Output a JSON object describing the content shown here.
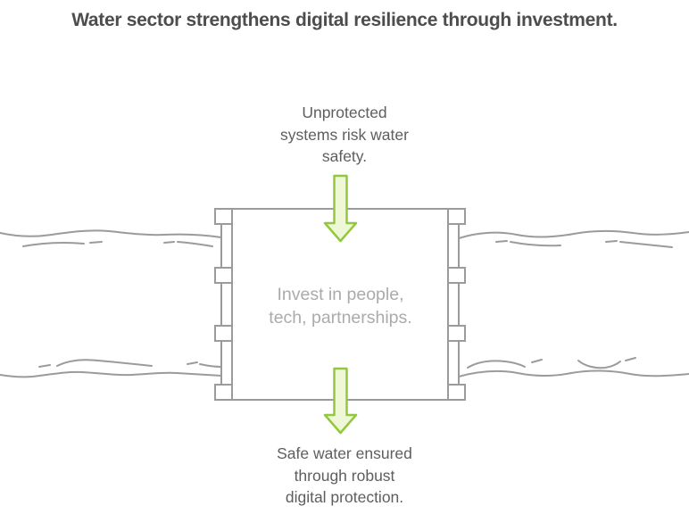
{
  "title": "Water sector strengthens digital resilience through investment.",
  "top_label": {
    "lines": [
      "Unprotected",
      "systems risk water",
      "safety."
    ]
  },
  "center_label": {
    "lines": [
      "Invest in people,",
      "tech, partnerships."
    ]
  },
  "bottom_label": {
    "lines": [
      "Safe water ensured",
      "through robust",
      "digital protection."
    ]
  },
  "icons": {
    "top_arrow": "down-arrow",
    "bottom_arrow": "down-arrow",
    "water_lines": "wavy-water-line"
  },
  "colors": {
    "title_text": "#4d4d4d",
    "label_text": "#5d5e60",
    "center_text": "#ababab",
    "line": "#9b9b9b",
    "arrow_fill": "#eef7d6",
    "arrow_stroke": "#93c83e",
    "background": "#ffffff"
  }
}
